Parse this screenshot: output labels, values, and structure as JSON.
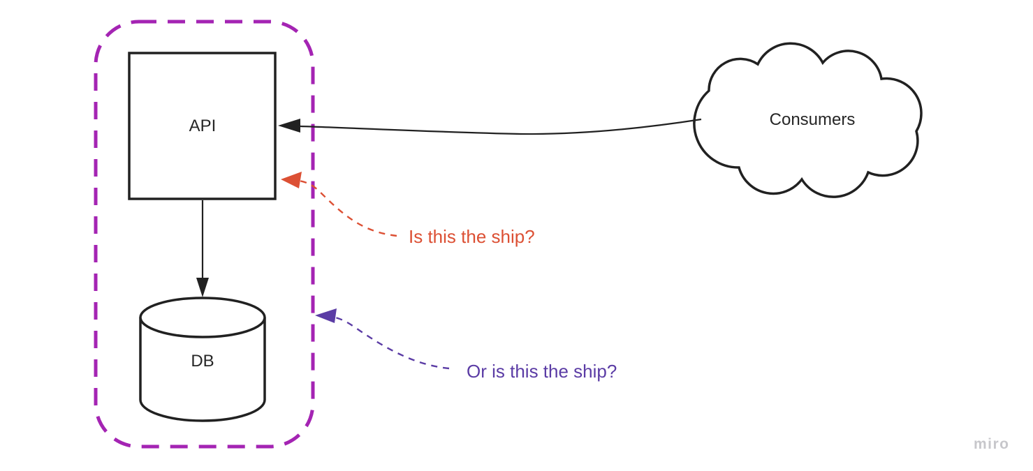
{
  "board": {
    "watermark": "miro"
  },
  "diagram": {
    "boundary": {
      "description": "dashed rounded rectangle grouping API and DB",
      "color": "#A424B3"
    },
    "nodes": [
      {
        "id": "api",
        "label": "API",
        "shape": "rectangle"
      },
      {
        "id": "db",
        "label": "DB",
        "shape": "cylinder"
      },
      {
        "id": "consumers",
        "label": "Consumers",
        "shape": "cloud"
      }
    ],
    "connectors": [
      {
        "from": "consumers",
        "to": "api",
        "style": "solid-curve",
        "color": "#212121"
      },
      {
        "from": "api",
        "to": "db",
        "style": "solid-straight",
        "color": "#212121"
      }
    ],
    "annotations": [
      {
        "label": "Is this the ship?",
        "color": "#DC5034",
        "target": "api-box",
        "style": "dashed-curve-arrow"
      },
      {
        "label": "Or is this the ship?",
        "color": "#5B3CA5",
        "target": "boundary",
        "style": "dashed-curve-arrow"
      }
    ]
  }
}
